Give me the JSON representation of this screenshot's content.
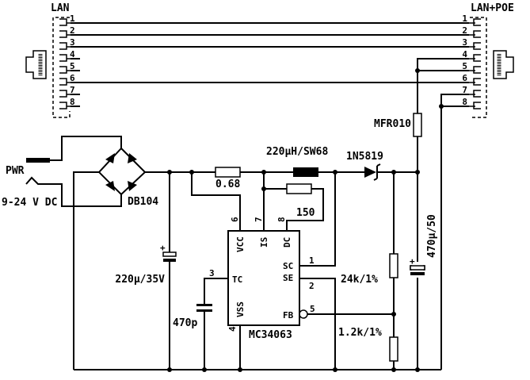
{
  "connectors": {
    "left": {
      "label": "LAN",
      "pins": [
        "1",
        "2",
        "3",
        "4",
        "5",
        "6",
        "7",
        "8"
      ]
    },
    "right": {
      "label": "LAN+POE",
      "pins": [
        "1",
        "2",
        "3",
        "4",
        "5",
        "6",
        "7",
        "8"
      ]
    }
  },
  "power_input": {
    "label": "PWR",
    "voltage": "9-24 V DC"
  },
  "components": {
    "bridge": "DB104",
    "sense_resistor": "0.68",
    "resistor_150": "150",
    "inductor": "220µH/SW68",
    "diode": "1N5819",
    "poe_resistor": "MFR010",
    "input_cap": "220µ/35V",
    "timing_cap": "470p",
    "output_cap": "470µ/50",
    "r_top": "24k/1%",
    "r_bottom": "1.2k/1%",
    "ic": "MC34063"
  },
  "ic_pins": {
    "vcc": "VCC",
    "vcc_num": "6",
    "is": "IS",
    "is_num": "7",
    "dc": "DC",
    "dc_num": "8",
    "tc": "TC",
    "tc_num": "3",
    "sc": "SC",
    "sc_num": "1",
    "se": "SE",
    "se_num": "2",
    "fb": "FB",
    "fb_num": "5",
    "vss": "VSS",
    "vss_num": "4"
  }
}
